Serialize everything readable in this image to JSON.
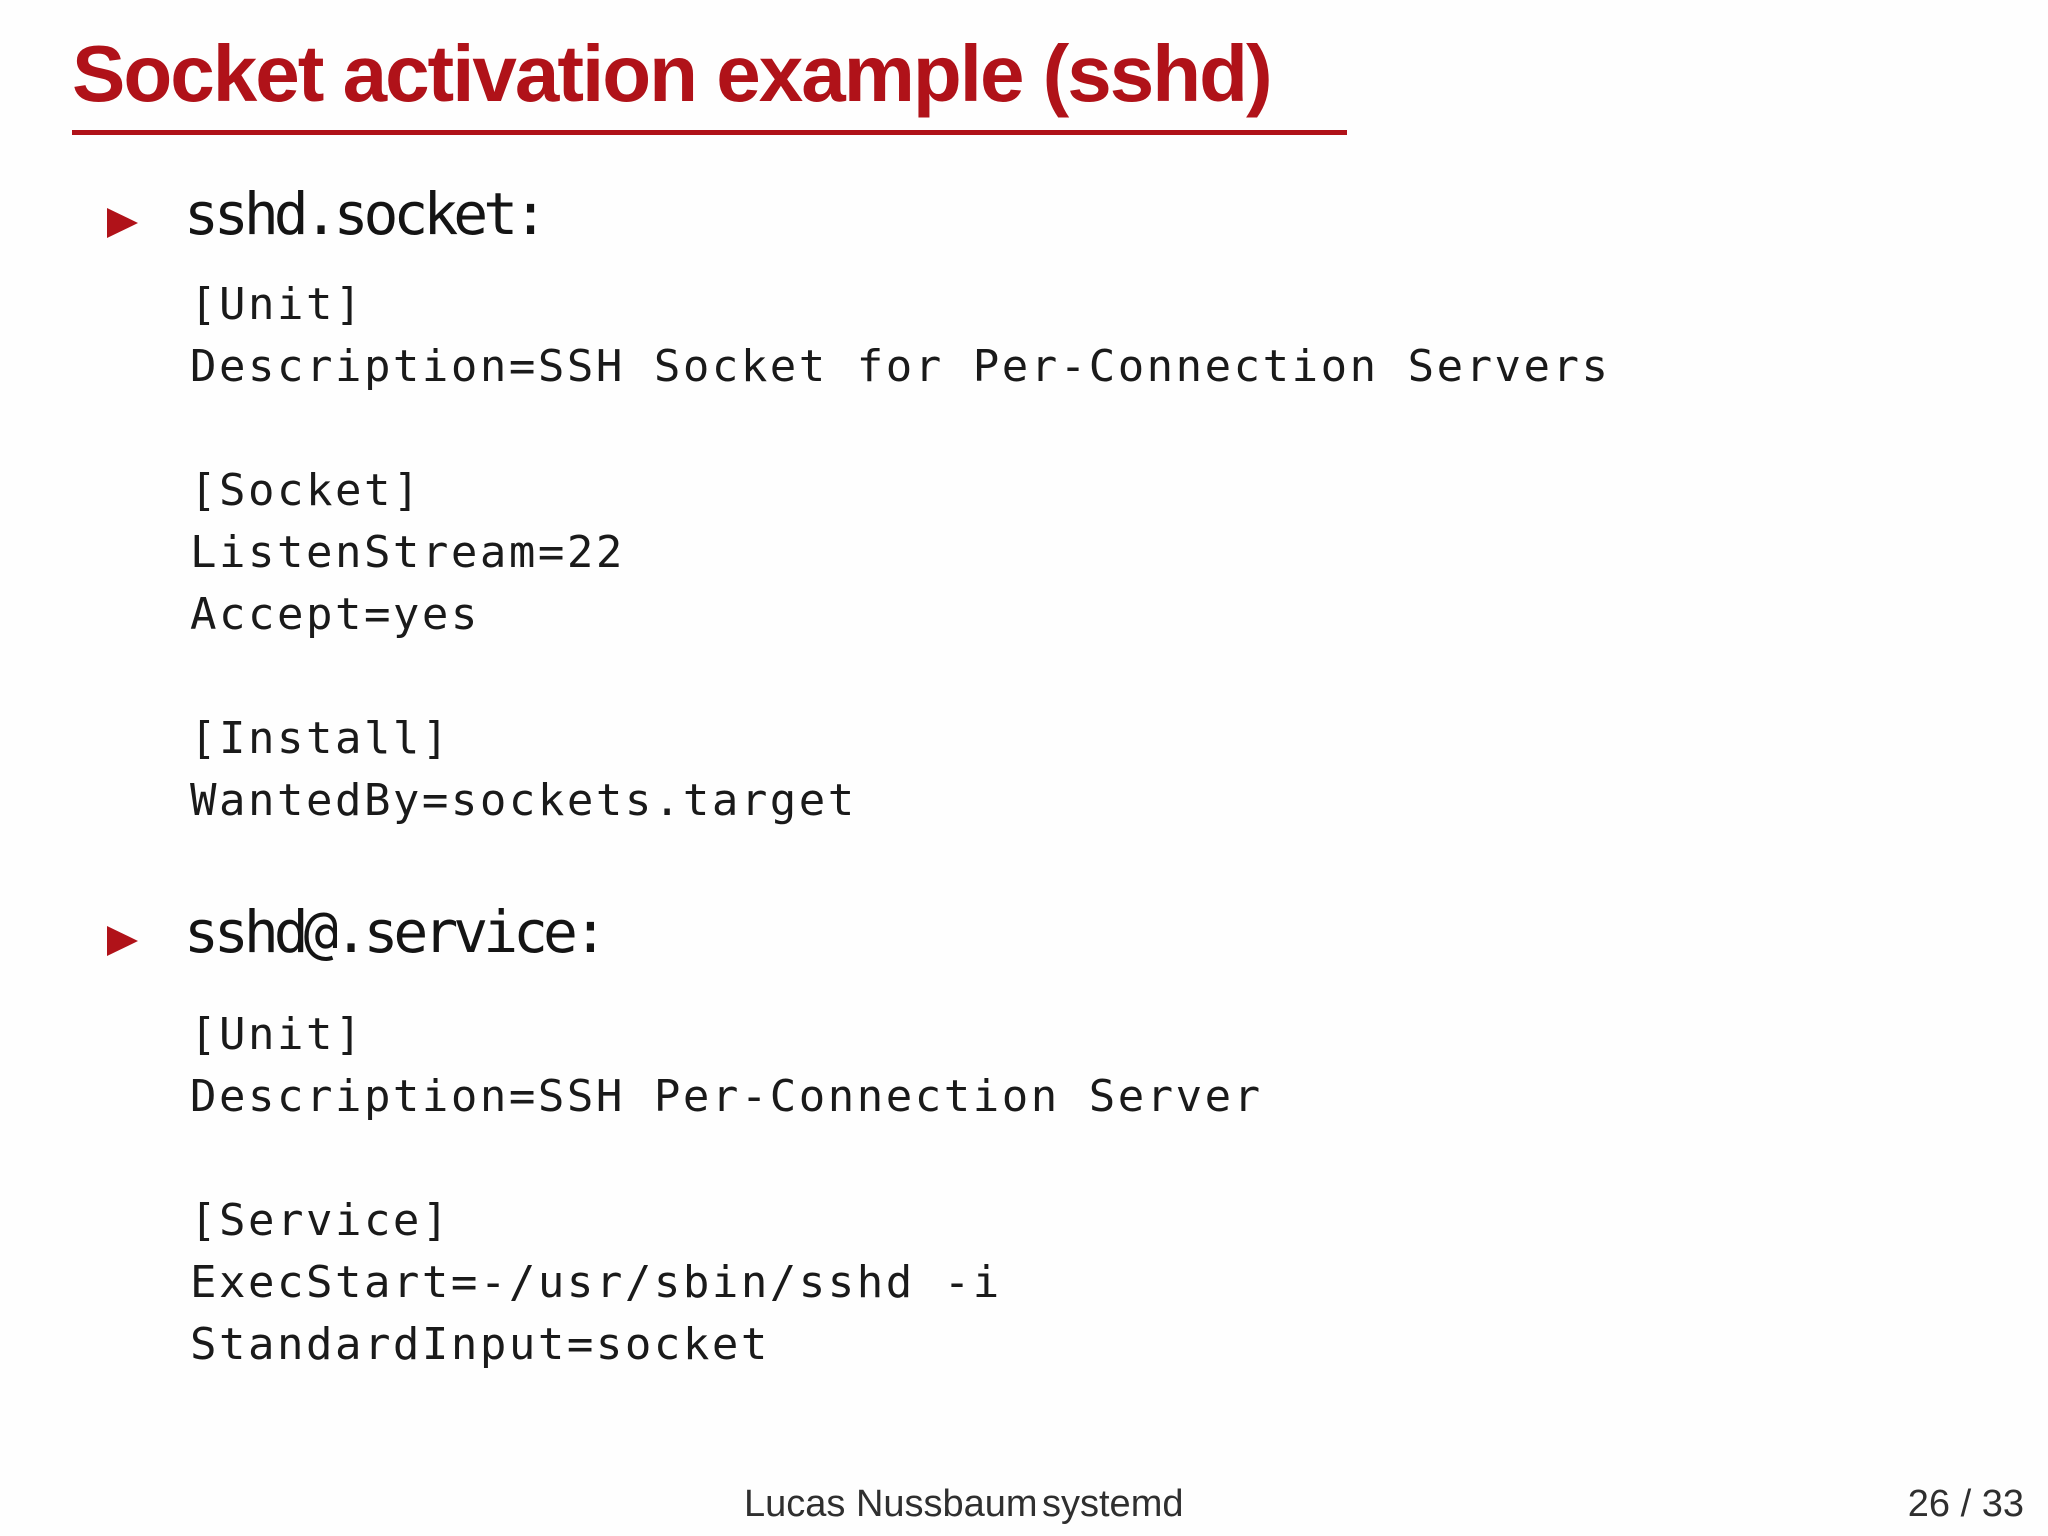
{
  "slide_title": "Socket activation example (sshd)",
  "colors": {
    "accent_red": "#B01219",
    "code_text": "#1a1a1a",
    "footer_text": "#2f2f2f",
    "background": "#fefefe"
  },
  "bullets": [
    {
      "label": "sshd.socket:",
      "code": [
        "[Unit]",
        "Description=SSH Socket for Per-Connection Servers",
        "",
        "[Socket]",
        "ListenStream=22",
        "Accept=yes",
        "",
        "[Install]",
        "WantedBy=sockets.target"
      ]
    },
    {
      "label": "sshd@.service:",
      "code": [
        "[Unit]",
        "Description=SSH Per-Connection Server",
        "",
        "[Service]",
        "ExecStart=-/usr/sbin/sshd -i",
        "StandardInput=socket"
      ]
    }
  ],
  "footer": {
    "author": "Lucas Nussbaum",
    "presentation": "systemd",
    "page_indicator": "26 / 33"
  }
}
